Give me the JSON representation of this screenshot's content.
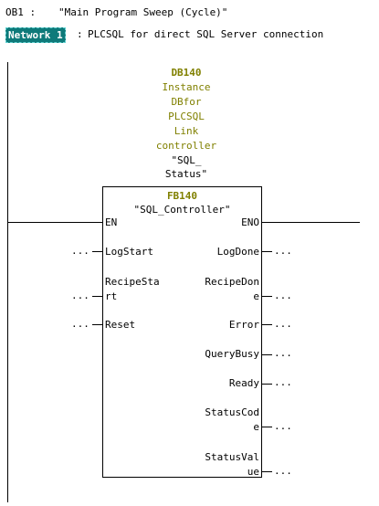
{
  "header": {
    "block_id": "OB1 :",
    "block_title": "\"Main Program Sweep (Cycle)\""
  },
  "network": {
    "label": "Network 1",
    "separator": ":",
    "title": "PLCSQL for direct SQL Server connection"
  },
  "instance_db": {
    "number": "DB140",
    "comment_lines": [
      "Instance",
      "DBfor",
      "PLCSQL",
      "Link",
      "controller"
    ],
    "symbol_lines": [
      "\"SQL_",
      "Status\""
    ]
  },
  "function_block": {
    "number": "FB140",
    "symbol": "\"SQL_Controller\"",
    "inputs": {
      "en": "EN",
      "log_start": "LogStart",
      "recipe_start_1": "RecipeSta",
      "recipe_start_2": "rt",
      "reset": "Reset"
    },
    "outputs": {
      "eno": "ENO",
      "log_done": "LogDone",
      "recipe_done_1": "RecipeDon",
      "recipe_done_2": "e",
      "error": "Error",
      "query_busy": "QueryBusy",
      "ready": "Ready",
      "status_code_1": "StatusCod",
      "status_code_2": "e",
      "status_value_1": "StatusVal",
      "status_value_2": "ue"
    },
    "unconnected_marker": "..."
  },
  "colors": {
    "network_label_bg": "#0e7a7a",
    "instance_text": "#808000"
  }
}
